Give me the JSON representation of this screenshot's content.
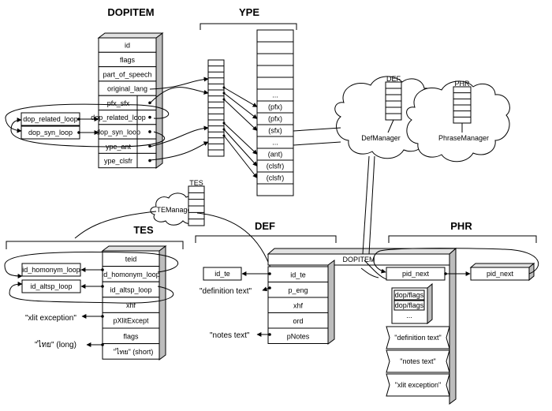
{
  "headers": {
    "dopitem": "DOPITEM",
    "ype": "YPE",
    "tes": "TES",
    "def": "DEF",
    "phr": "PHR"
  },
  "dopitem_fields": [
    "id",
    "flags",
    "part_of_speech",
    "original_lang",
    "pfx_sfx",
    "dop_related_loop",
    "dop_syn_loop",
    "ype_ant",
    "ype_clsfr"
  ],
  "dop_loops": [
    "dop_related_loop",
    "dop_syn_loop"
  ],
  "ype_entries": [
    "...",
    "(pfx)",
    "(pfx)",
    "(sfx)",
    "...",
    "(ant)",
    "(clsfr)",
    "(clsfr)"
  ],
  "clouds": {
    "def_manager": "DefManager",
    "phrase_manager": "PhraseManager",
    "te_manager": "TEManager"
  },
  "small_tables": {
    "def": "DEF",
    "phr": "PHR",
    "tes": "TES"
  },
  "tes_fields": [
    "teid",
    "id_homonym_loop",
    "id_altsp_loop",
    "xhf",
    "pXlitExcept",
    "flags",
    "\"ไทย\" (short)"
  ],
  "tes_external": {
    "homonym": "id_homonym_loop",
    "altsp": "id_altsp_loop",
    "xlit_exception": "\"xlit exception\"",
    "long": "\"ไทย\" (long)"
  },
  "def_item": {
    "title": "DOPITEM",
    "fields": [
      "id_te",
      "p_eng",
      "xhf",
      "ord",
      "pNotes"
    ],
    "external_id_te": "id_te",
    "definition_text": "\"definition text\"",
    "notes_text": "\"notes text\""
  },
  "phr_item": {
    "pid_next": "pid_next",
    "external_pid_next": "pid_next",
    "flags": [
      "dop/flags",
      "dop/flags",
      "..."
    ],
    "texts": [
      "\"definition text\"",
      "\"notes text\"",
      "\"xlit exception\""
    ]
  }
}
